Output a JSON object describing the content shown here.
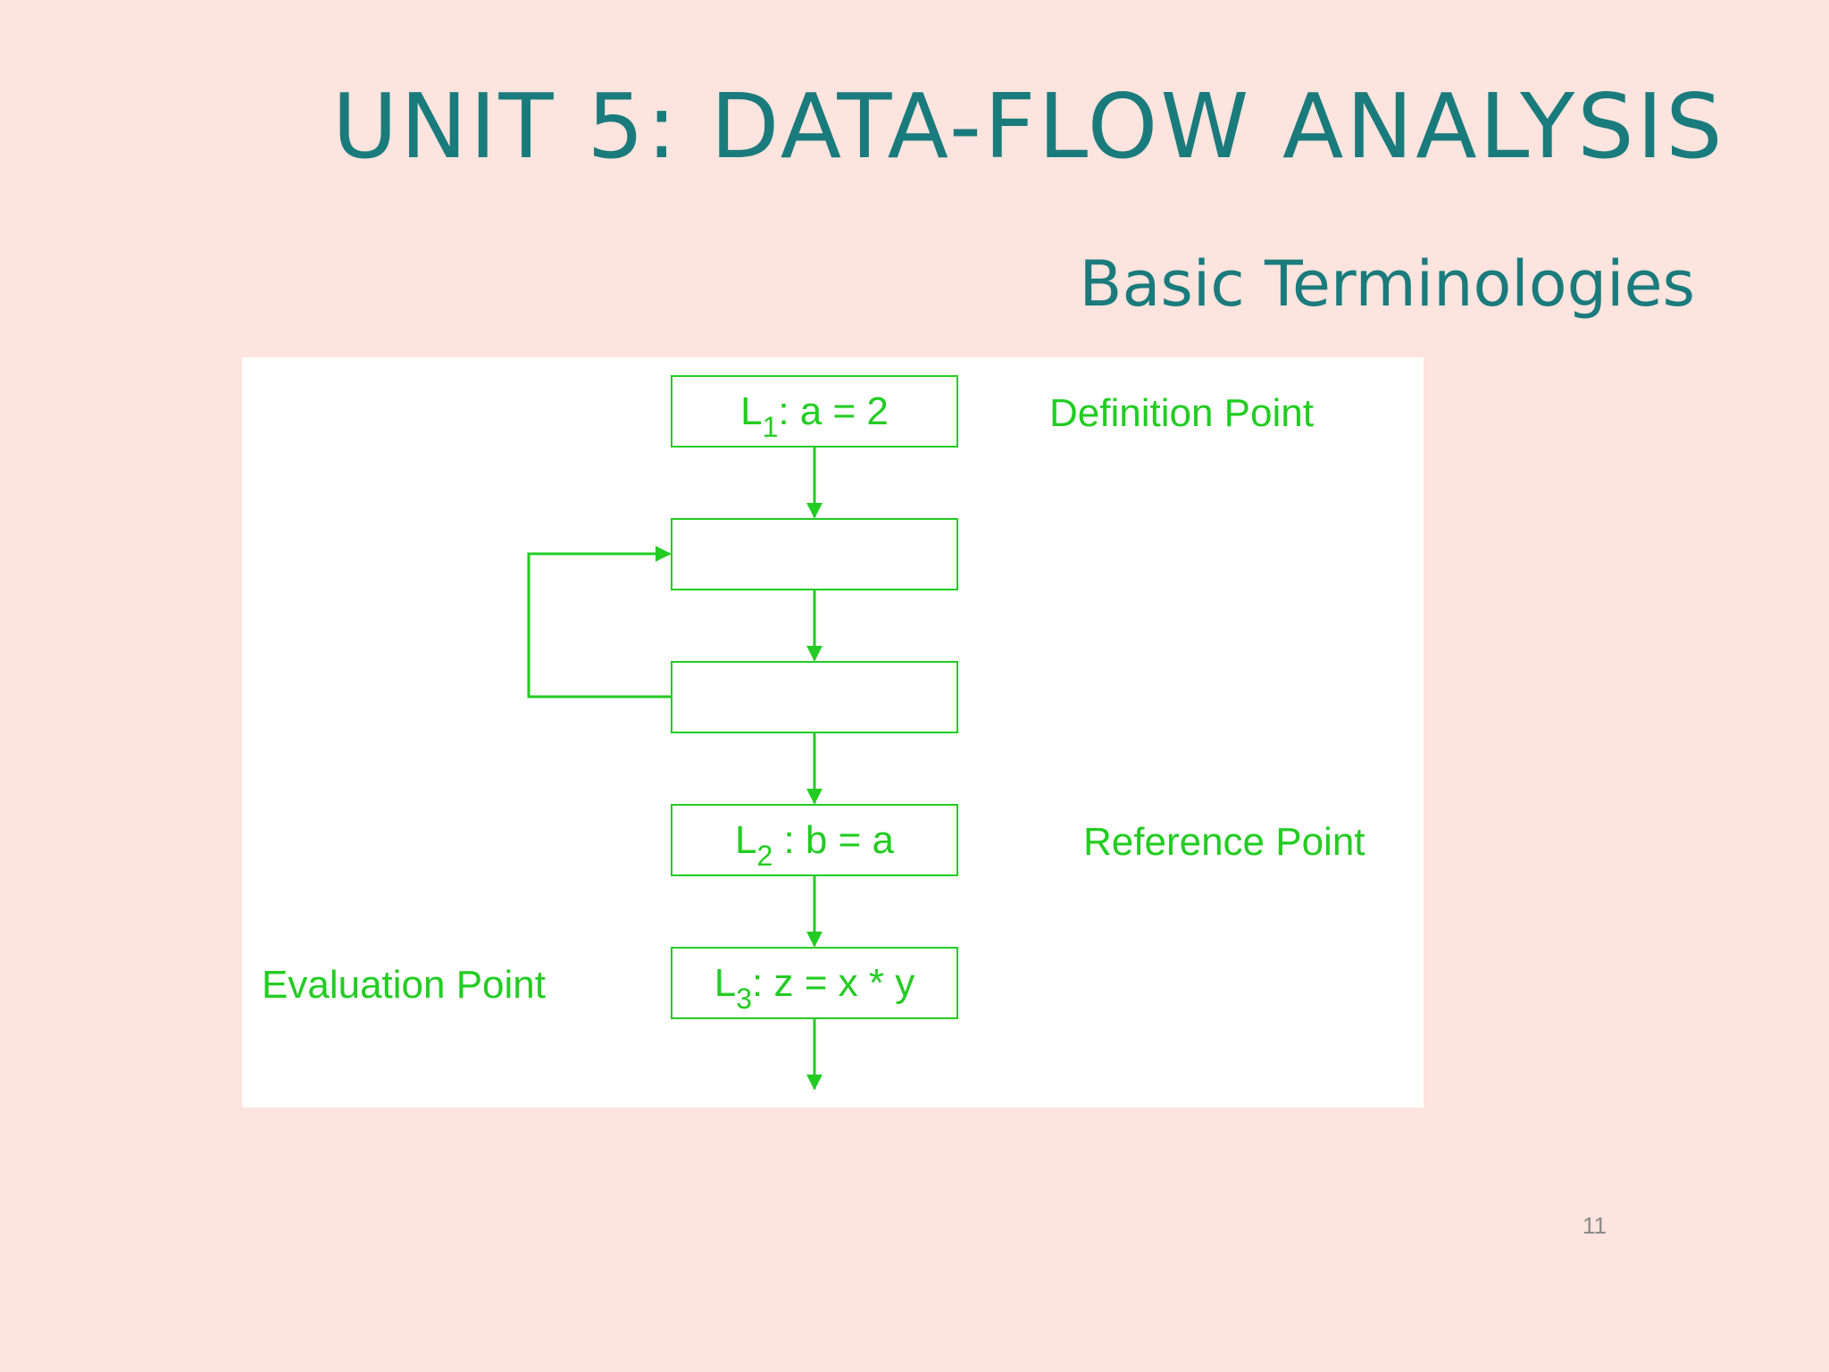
{
  "slide": {
    "title": "UNIT 5: DATA-FLOW ANALYSIS",
    "subtitle": "Basic Terminologies",
    "page_number": "11"
  },
  "diagram": {
    "stroke_color": "#22cc22",
    "blocks": [
      {
        "id": "b1",
        "base": "L",
        "sub": "1",
        "rest": ": a = 2"
      },
      {
        "id": "b2",
        "base": "",
        "sub": "",
        "rest": ""
      },
      {
        "id": "b3",
        "base": "",
        "sub": "",
        "rest": ""
      },
      {
        "id": "b4",
        "base": "L",
        "sub": "2",
        "rest": " : b = a"
      },
      {
        "id": "b5",
        "base": "L",
        "sub": "3",
        "rest": ": z = x * y"
      }
    ],
    "labels": {
      "definition": "Definition Point",
      "reference": "Reference Point",
      "evaluation": "Evaluation Point"
    }
  }
}
